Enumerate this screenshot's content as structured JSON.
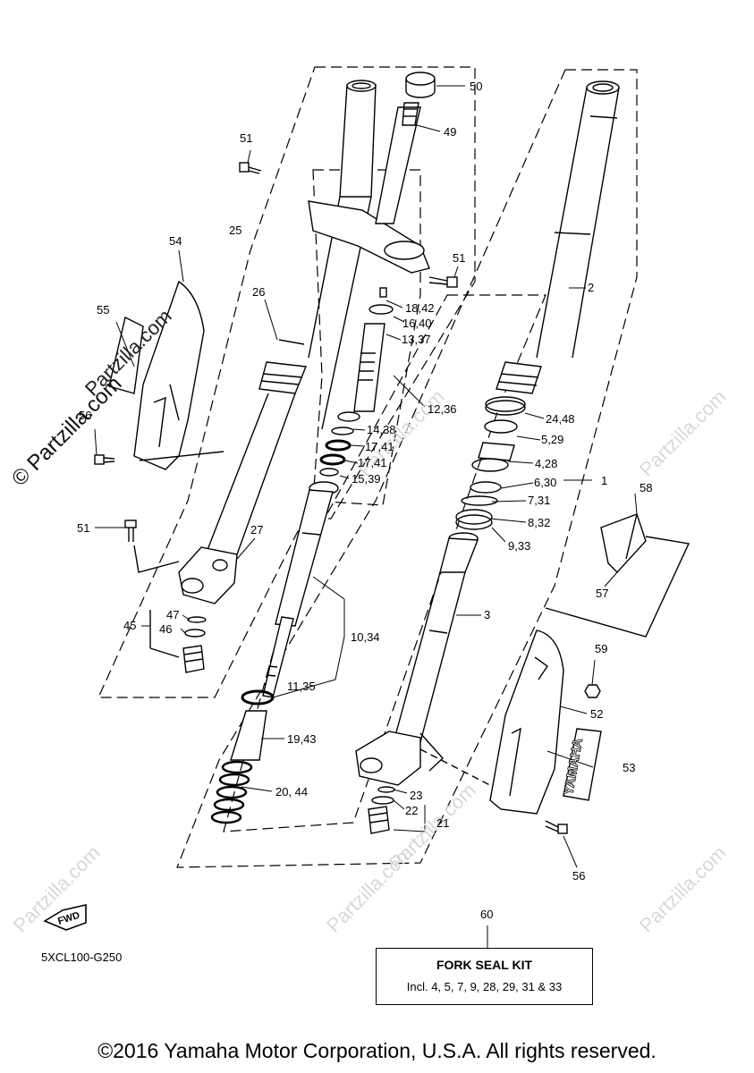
{
  "watermark": {
    "brand": "Partzilla.com",
    "main": "© Partzilla.com"
  },
  "diagram_code": "5XCL100-G250",
  "fwd_label": "FWD",
  "fork_seal_kit": {
    "title": "FORK SEAL KIT",
    "description": "Incl. 4, 5, 7, 9, 28, 29, 31 & 33"
  },
  "copyright": "©2016 Yamaha Motor Corporation, U.S.A. All rights reserved.",
  "callouts": [
    "50",
    "49",
    "51",
    "25",
    "54",
    "26",
    "51",
    "55",
    "2",
    "18,42",
    "16,40",
    "13,37",
    "12,36",
    "24,48",
    "14,38",
    "5,29",
    "56",
    "17,41",
    "4,28",
    "17,41",
    "15,39",
    "1",
    "6,30",
    "7,31",
    "58",
    "8,32",
    "51",
    "27",
    "9,33",
    "57",
    "47",
    "3",
    "45",
    "46",
    "10,34",
    "59",
    "11,35",
    "52",
    "19,43",
    "53",
    "20, 44",
    "23",
    "22",
    "21",
    "56",
    "60"
  ]
}
